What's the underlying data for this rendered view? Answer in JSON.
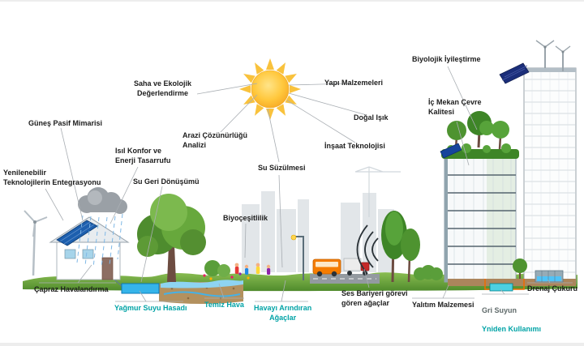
{
  "page": {
    "background": "#ffffff",
    "description": "Sustainable ecological architecture infographic (Turkish)"
  },
  "colors": {
    "teal_label": "#00A3A6",
    "dark_label": "#1c1c1c",
    "muted_label": "#5f6a6a",
    "sun_yellow": "#F9C23C",
    "grass_green": "#4F8B2C",
    "water_blue": "#35B4EA",
    "pipe_orange": "#EF6C00"
  },
  "labels": {
    "gunes_pasif_mimarisi": "Güneş Pasif Mimarisi",
    "saha_ve_ekolojik": "Saha ve Ekolojik\nDeğerlendirme",
    "arazi_cozunurlugu": "Arazi Çözünürlüğü\nAnalizi",
    "isil_konfor": "Isıl Konfor ve\nEnerji Tasarrufu",
    "yenilenebilir_entegrasyon": "Yenilenebilir\nTeknolojilerin Entegrasyonu",
    "su_geri_donusumu": "Su Geri Dönüşümü",
    "su_suzulmesi": "Su Süzülmesi",
    "biyocesitlilik": "Biyoçeşitlilik",
    "yapi_malzemeleri": "Yapı Malzemeleri",
    "dogal_isik": "Doğal Işık",
    "insaat_teknolojisi": "İnşaat Teknolojisi",
    "biyolojik_iyilestirme": "Biyolojik İyileştirme",
    "ic_mekan_cevre_kalitesi": "İç Mekan Çevre\nKalitesi",
    "capraz_havalandirma": "Çapraz Havalandırma",
    "yagmur_suyu_hasadi": "Yağmur Suyu Hasadı",
    "temiz_hava": "Temiz Hava",
    "havayi_arindiran_agaclar": "Havayı Arındıran\nAğaçlar",
    "ses_bariyeri": "Ses Bariyeri görevi\ngören ağaçlar",
    "yalitim_malzemesi": "Yalıtım Malzemesi",
    "gri_suyun_line1": "Gri Suyun",
    "gri_suyun_line2": "Yniden Kullanımı",
    "drenaj_cukuru": "Drenaj Çukuru"
  },
  "scene": {
    "elements": [
      "sun",
      "rain-cloud",
      "wind-turbine",
      "solar-house",
      "rainwater-basin",
      "large-tree",
      "park-people",
      "street-lamp",
      "road",
      "bus",
      "truck",
      "sound-wave-arcs",
      "noise-barrier-trees",
      "green-roof-building",
      "high-rise-building",
      "rooftop-wind-turbines",
      "rooftop-solar-panels",
      "greywater-tank",
      "drainage-pit",
      "city-skyline",
      "construction-crane"
    ]
  }
}
